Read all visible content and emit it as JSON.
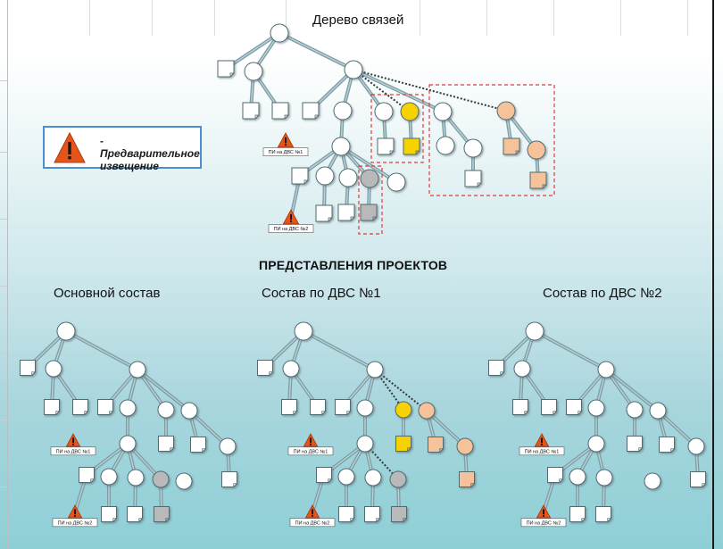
{
  "diagram_title": "Дерево связей",
  "section_title": "ПРЕДСТАВЛЕНИЯ ПРОЕКТОВ",
  "views": [
    {
      "title": "Основной состав"
    },
    {
      "title": "Состав по ДВС №1"
    },
    {
      "title": "Состав по ДВС №2"
    }
  ],
  "legend": {
    "icon": "warning-triangle-icon",
    "text": "- Предварительное извещение"
  },
  "notice_tags": {
    "pi1": "ПИ на ДВС №1",
    "pi2": "ПИ на ДВС №2"
  },
  "colors": {
    "node_white": "#ffffff",
    "node_yellow": "#f5d200",
    "node_peach": "#f6c29a",
    "node_gray": "#b9b9b9",
    "link": "#7d9ea6",
    "highlight_box": "#e03a3a",
    "warning_orange": "#e5541b"
  }
}
